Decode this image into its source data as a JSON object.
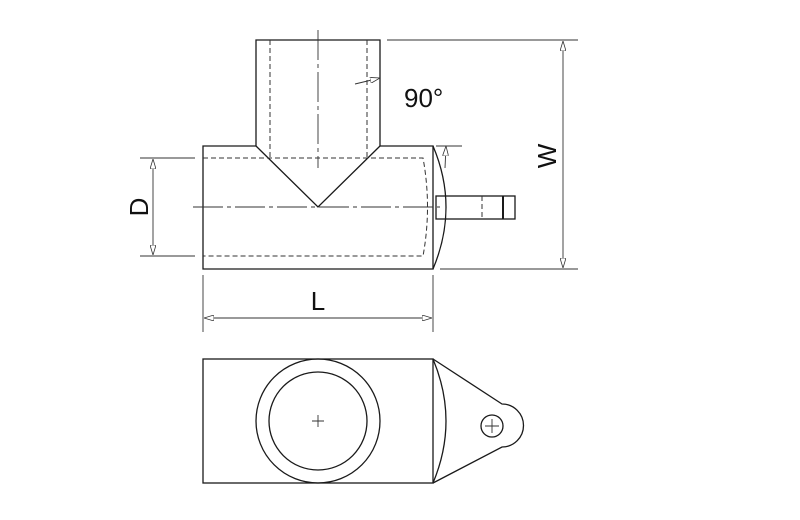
{
  "labels": {
    "angle": "90°",
    "width": "W",
    "diameter": "D",
    "length": "L"
  },
  "colors": {
    "line": "#1a1a1a",
    "background": "#ffffff"
  }
}
